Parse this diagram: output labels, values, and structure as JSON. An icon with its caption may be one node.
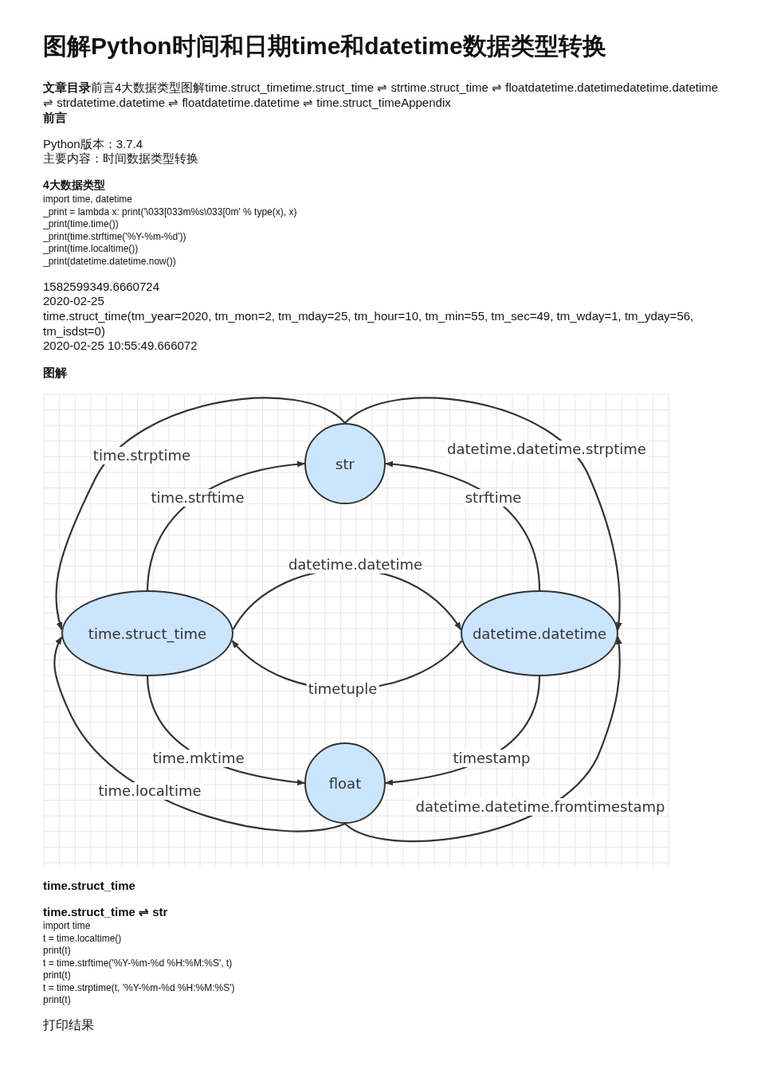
{
  "diagram": {
    "title": "图解Python时间和日期time和datetime数据类型转换",
    "nodes": [
      {
        "text": [
          "str"
        ]
      },
      {
        "text": [
          "time.struct_time"
        ]
      },
      {
        "text": [
          "datetime.datetime"
        ]
      },
      {
        "text": [
          "float"
        ]
      }
    ],
    "edges": [
      {
        "from": 0,
        "to": 1,
        "arrow": "to",
        "label": "time.strptime"
      },
      {
        "from": 1,
        "to": 0,
        "arrow": "to",
        "label": "time.strftime"
      },
      {
        "from": 0,
        "to": 2,
        "arrow": "to",
        "label": "datetime.datetime.strptime"
      },
      {
        "from": 2,
        "to": 0,
        "arrow": "to",
        "label": "strftime"
      },
      {
        "from": 1,
        "to": 2,
        "arrow": "to",
        "label": "datetime.datetime"
      },
      {
        "from": 2,
        "to": 1,
        "arrow": "to",
        "label": "timetuple"
      },
      {
        "from": 1,
        "to": 3,
        "arrow": "to",
        "label": "time.mktime"
      },
      {
        "from": 2,
        "to": 3,
        "arrow": "to",
        "label": "timestamp"
      },
      {
        "from": 3,
        "to": 1,
        "arrow": "to",
        "label": "time.localtime"
      },
      {
        "from": 3,
        "to": 2,
        "arrow": "to",
        "label": "datetime.datetime.fromtimestamp"
      }
    ],
    "labels": [
      "**文章目录**前言4大数据类型图解time.struct_timetime.struct_time ⇌ strtime.struct_time ⇌ floatdatetime.datetimedatetime.datetime ⇌ strdatetime.datetime ⇌ floatdatetime.datetime ⇌ time.struct_timeAppendix",
      "前言",
      "Python版本：3.7.4",
      "主要内容：时间数据类型转换",
      "4大数据类型",
      "import time, datetime",
      "_print = lambda x: print('\\033[033m%s\\033[0m' % type(x), x)",
      "_print(time.time())",
      "_print(time.strftime('%Y-%m-%d'))",
      "_print(time.localtime())",
      "_print(datetime.datetime.now())",
      "1582599349.6660724",
      "2020-02-25",
      "time.struct_time(tm_year=2020, tm_mon=2, tm_mday=25, tm_hour=10, tm_min=55, tm_sec=49, tm_wday=1, tm_yday=56, tm_isdst=0)",
      "2020-02-25 10:55:49.666072",
      "图解",
      "time.struct_time",
      "time.struct_time ⇌ str",
      "import time",
      "t = time.localtime()",
      "print(t)",
      "t = time.strftime('%Y-%m-%d %H:%M:%S', t)",
      "print(t)",
      "t = time.strptime(t, '%Y-%m-%d %H:%M:%S')",
      "print(t)",
      "打印结果"
    ]
  }
}
